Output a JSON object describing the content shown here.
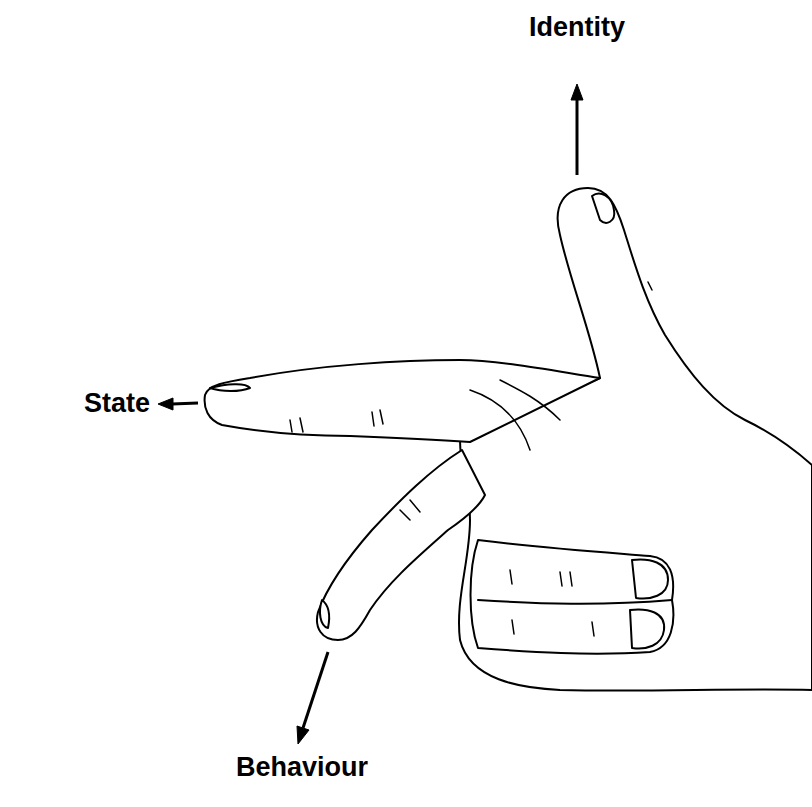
{
  "diagram": {
    "labels": [
      "Identity",
      "State",
      "Behaviour"
    ]
  }
}
